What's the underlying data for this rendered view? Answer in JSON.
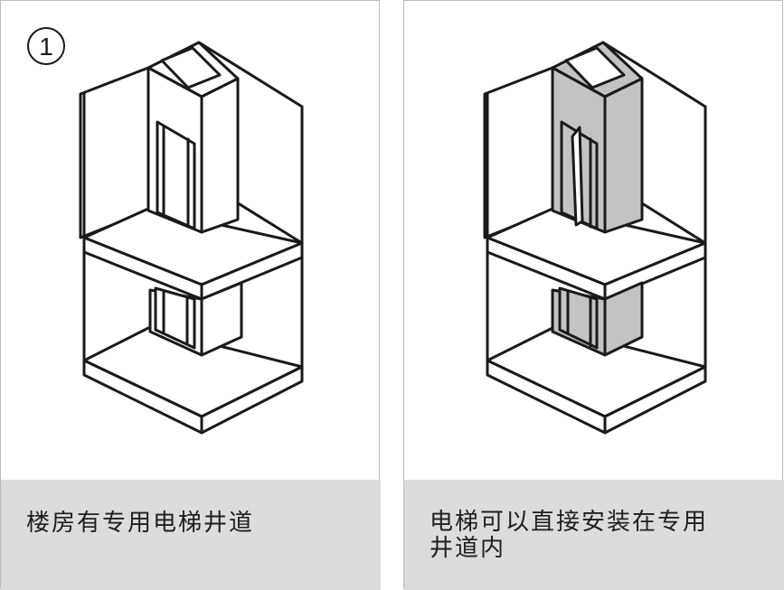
{
  "step_marker": "1",
  "colors": {
    "stroke": "#1a1a1a",
    "shaft_highlight": "#c3c3c3",
    "caption_bg": "#dcdcdc"
  },
  "panels": [
    {
      "caption_lines": [
        "楼房有专用电梯井道"
      ]
    },
    {
      "caption_lines": [
        "电梯可以直接安装在专用",
        "井道内"
      ]
    }
  ]
}
